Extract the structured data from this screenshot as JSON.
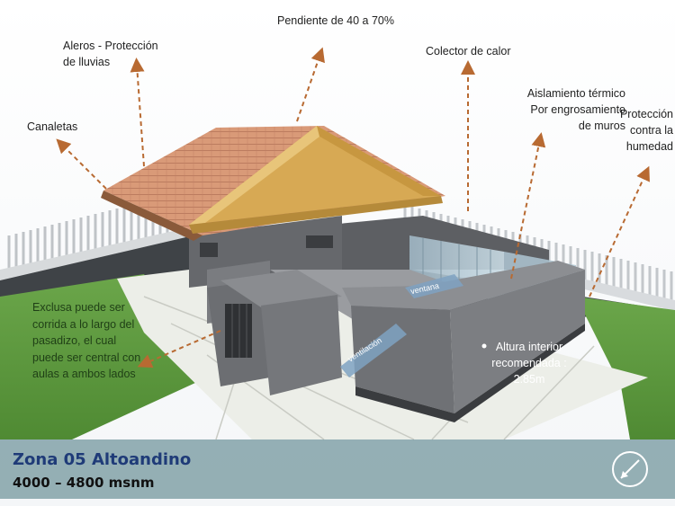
{
  "labels": {
    "roof_slope": "Pendiente de 40 a 70%",
    "eaves": "Aleros - Protección\nde lluvias",
    "gutters": "Canaletas",
    "heat_collector": "Colector de calor",
    "insulation": "Aislamiento térmico\nPor engrosamiento\nde muros",
    "humidity": "Protección\ncontra la\nhumedad",
    "airlock": "Exclusa puede ser\ncorrida a lo largo del\npasadizo, el cual\npuede ser central con\naulas a ambos lados",
    "height": "Altura interior\nrecomendada :\n2.85m",
    "window_tag": "ventana",
    "vent_tag": "ventilación"
  },
  "zone": {
    "title": "Zona 05 Altoandino",
    "altitude": "4000 – 4800 msnm"
  },
  "colors": {
    "accent_title": "#1f3b78",
    "band": "#58828a",
    "grass": "#5b9a3e",
    "roof_tile": "#d99a78",
    "roof_fascia": "#d9b15a",
    "wall": "#6f7175",
    "arrow": "#b86a32"
  },
  "icons": [
    "compass-icon"
  ]
}
